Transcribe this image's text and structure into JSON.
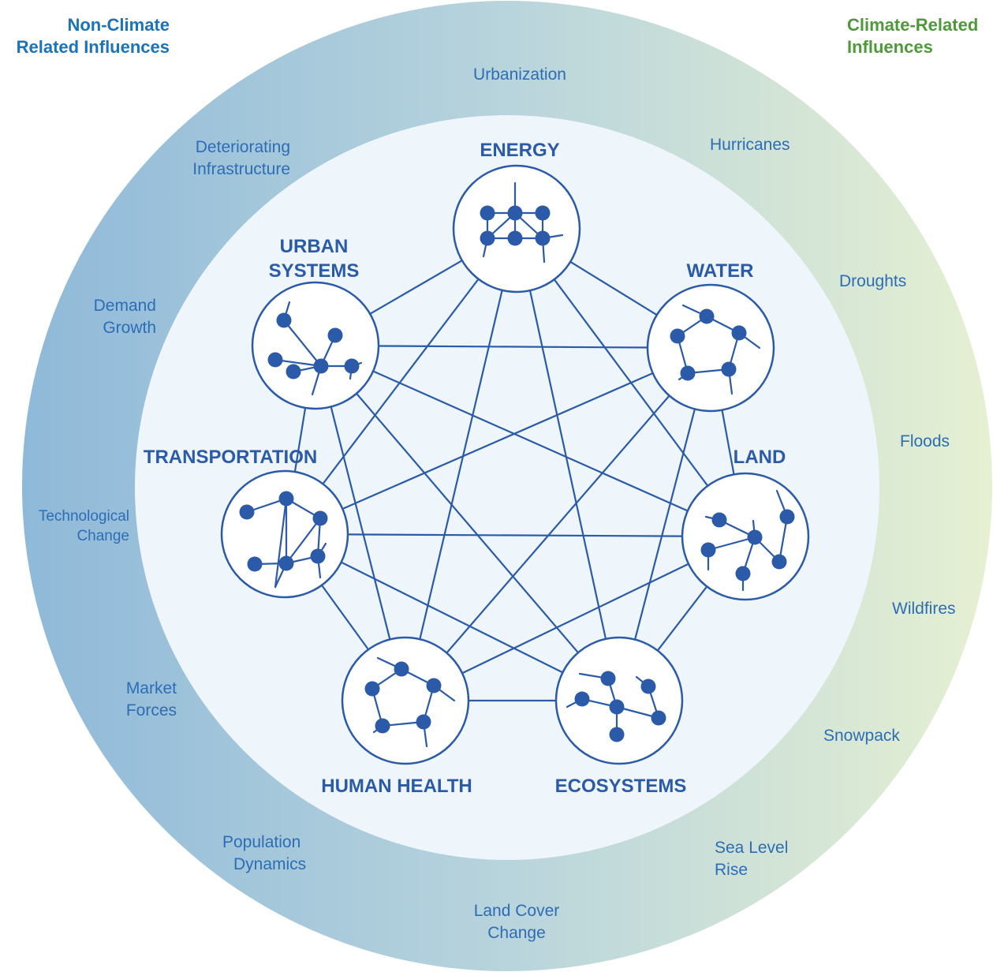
{
  "colors": {
    "ring_left": "#8fb9d9",
    "ring_mid": "#b8d4dc",
    "ring_right": "#e6f0d2",
    "inner_fill": "#eef6fc",
    "line": "#2a5aa8",
    "node": "#2a5aa8",
    "label": "#2a5aa8",
    "influence_text": "#2d6db5",
    "non_climate": "#1b73ba",
    "climate": "#4e9a3b"
  },
  "headers": {
    "non_climate": "Non-Climate\nRelated Influences",
    "climate": "Climate-Related\nInfluences"
  },
  "sectors": [
    {
      "id": "energy",
      "label": [
        "ENERGY"
      ],
      "icon": "grid-network-icon"
    },
    {
      "id": "water",
      "label": [
        "WATER"
      ],
      "icon": "ring-network-icon"
    },
    {
      "id": "land",
      "label": [
        "LAND"
      ],
      "icon": "branch-network-icon"
    },
    {
      "id": "ecosystems",
      "label": [
        "ECOSYSTEMS"
      ],
      "icon": "cluster-network-icon"
    },
    {
      "id": "human_health",
      "label": [
        "HUMAN HEALTH"
      ],
      "icon": "ring-network-icon"
    },
    {
      "id": "transportation",
      "label": [
        "TRANSPORTATION"
      ],
      "icon": "mesh-network-icon"
    },
    {
      "id": "urban_systems",
      "label": [
        "URBAN",
        "SYSTEMS"
      ],
      "icon": "tree-network-icon"
    }
  ],
  "non_climate_influences": [
    {
      "id": "urbanization",
      "lines": [
        "Urbanization"
      ]
    },
    {
      "id": "deteriorating-infrastructure",
      "lines": [
        "Deteriorating",
        "Infrastructure"
      ]
    },
    {
      "id": "demand-growth",
      "lines": [
        "Demand",
        "Growth"
      ]
    },
    {
      "id": "technological-change",
      "lines": [
        "Technological",
        "Change"
      ]
    },
    {
      "id": "market-forces",
      "lines": [
        "Market",
        "Forces"
      ]
    },
    {
      "id": "population-dynamics",
      "lines": [
        "Population",
        "Dynamics"
      ]
    },
    {
      "id": "land-cover-change",
      "lines": [
        "Land Cover",
        "Change"
      ]
    }
  ],
  "climate_influences": [
    {
      "id": "hurricanes",
      "lines": [
        "Hurricanes"
      ]
    },
    {
      "id": "droughts",
      "lines": [
        "Droughts"
      ]
    },
    {
      "id": "floods",
      "lines": [
        "Floods"
      ]
    },
    {
      "id": "wildfires",
      "lines": [
        "Wildfires"
      ]
    },
    {
      "id": "snowpack",
      "lines": [
        "Snowpack"
      ]
    },
    {
      "id": "sea-level-rise",
      "lines": [
        "Sea Level",
        "Rise"
      ]
    }
  ]
}
